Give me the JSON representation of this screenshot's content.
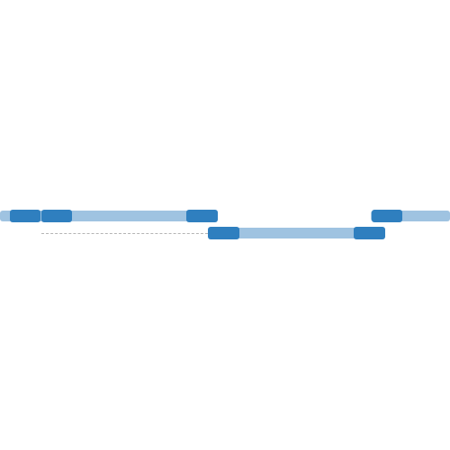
{
  "diagram": {
    "type": "two-lane timeline",
    "colors": {
      "track": "#9fc3e1",
      "block": "#2f7fbf",
      "connector": "#b4b4b4",
      "background": "#ffffff"
    },
    "lanes": [
      {
        "lane": 1,
        "segments": 2,
        "blocks": 4
      },
      {
        "lane": 2,
        "segments": 1,
        "blocks": 2,
        "dashed_connector": true
      }
    ]
  }
}
